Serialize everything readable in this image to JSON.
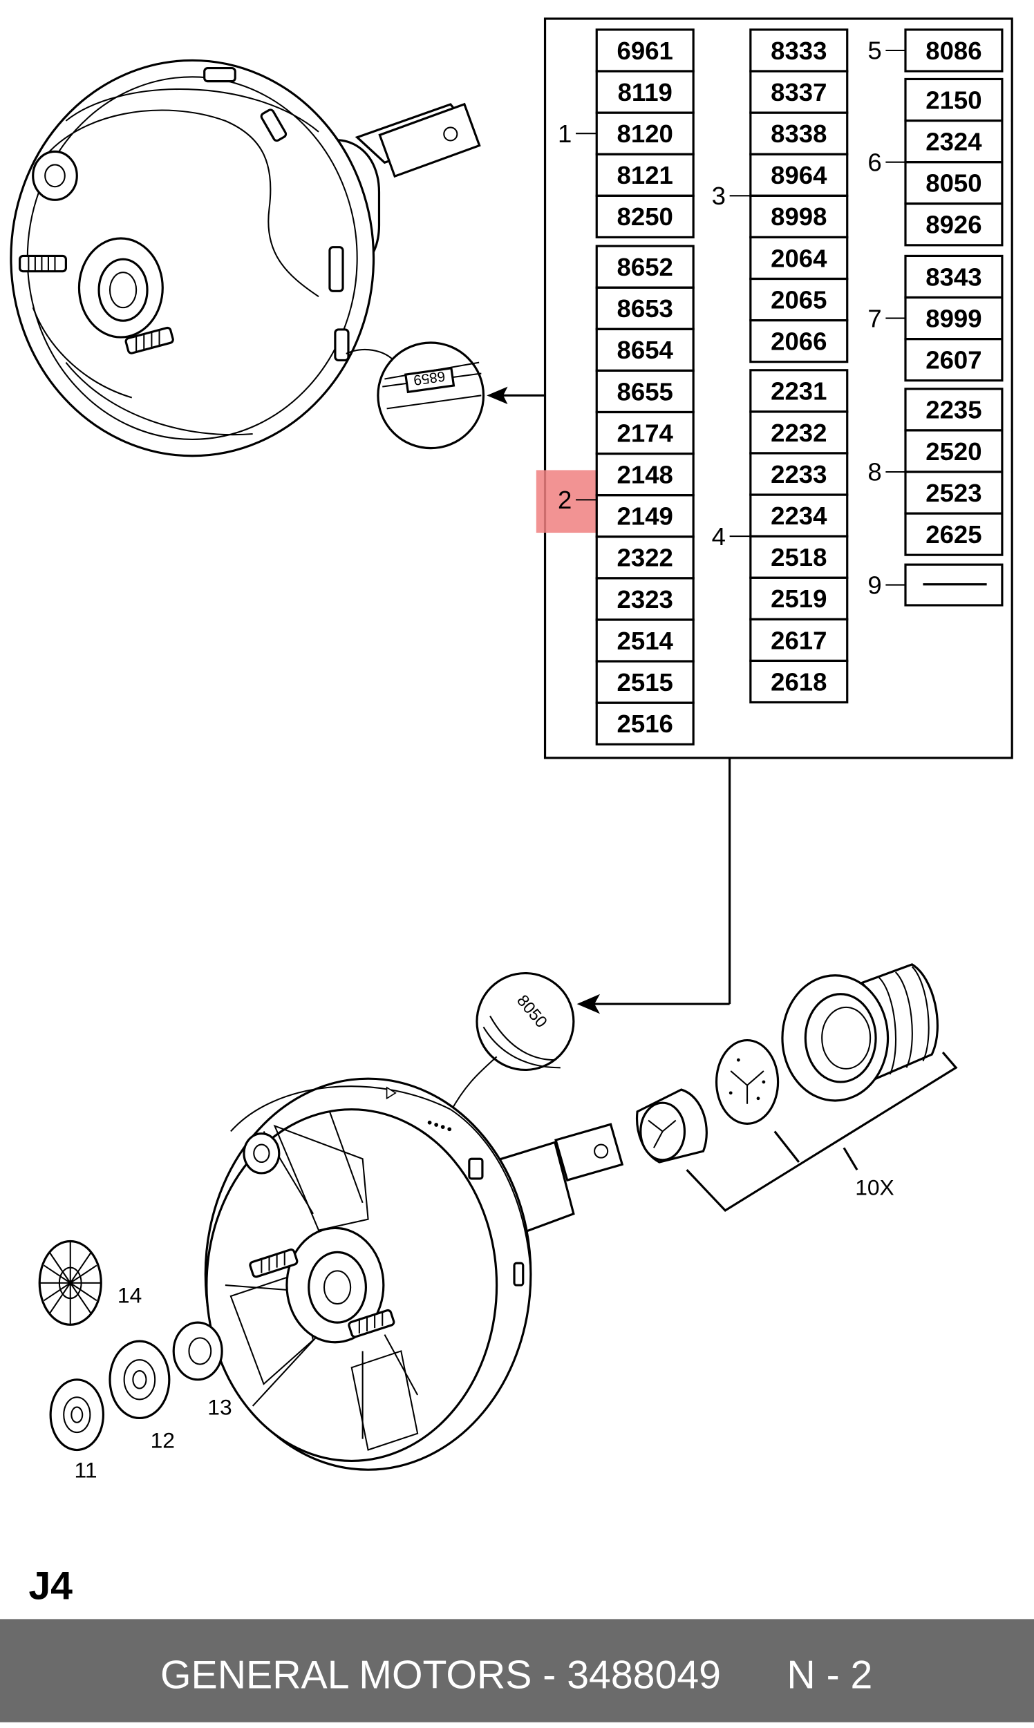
{
  "page_code": "J4",
  "footer": {
    "text": "GENERAL MOTORS - 3488049      N - 2",
    "background": "#6b6b6b",
    "color": "#ffffff"
  },
  "highlight": {
    "color": "#f08080",
    "label": "2"
  },
  "callouts": {
    "top_bubble": "6859",
    "bottom_bubble": "8050"
  },
  "code_table": {
    "groups": [
      {
        "label": "1",
        "codes": [
          "6961",
          "8119",
          "8120",
          "8121",
          "8250"
        ]
      },
      {
        "label": "2",
        "codes": [
          "8652",
          "8653",
          "8654",
          "8655",
          "2174",
          "2148",
          "2149",
          "2322",
          "2323",
          "2514",
          "2515",
          "2516"
        ]
      },
      {
        "label": "3",
        "codes": [
          "8333",
          "8337",
          "8338",
          "8964",
          "8998",
          "2064",
          "2065",
          "2066"
        ]
      },
      {
        "label": "4",
        "codes": [
          "2231",
          "2232",
          "2233",
          "2234",
          "2518",
          "2519",
          "2617",
          "2618"
        ]
      },
      {
        "label": "5",
        "codes": [
          "8086"
        ]
      },
      {
        "label": "6",
        "codes": [
          "2150",
          "2324",
          "8050",
          "8926"
        ]
      },
      {
        "label": "7",
        "codes": [
          "8343",
          "8999",
          "2607"
        ]
      },
      {
        "label": "8",
        "codes": [
          "2235",
          "2520",
          "2523",
          "2625"
        ]
      },
      {
        "label": "9",
        "codes": []
      }
    ]
  },
  "part_labels": {
    "p10": "10X",
    "p11": "11",
    "p12": "12",
    "p13": "13",
    "p14": "14"
  }
}
